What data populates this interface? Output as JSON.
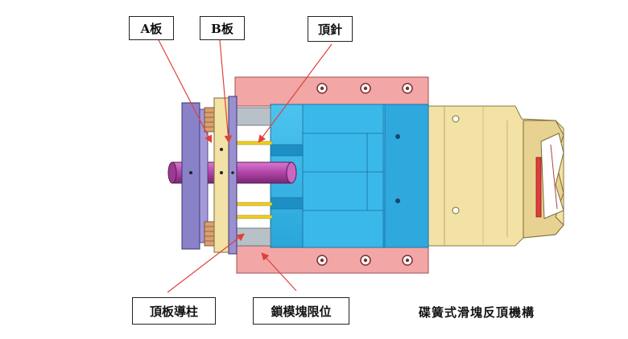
{
  "labels": {
    "a_plate": "A板",
    "b_plate": "B板",
    "ejector_pin": "頂針",
    "ejector_guide_post": "頂板導柱",
    "mold_lock_limit": "鎖模塊限位"
  },
  "caption": "碟簧式滑塊反頂機構",
  "colors": {
    "cavity_blue": "#2fb4e6",
    "cavity_blue_dark": "#1c8fc4",
    "side_pink": "#f2a6a6",
    "slider_yellow": "#f3e2a6",
    "plate_purple": "#8a82c8",
    "rod_magenta": "#b043a8",
    "arrow_red": "#e0403a"
  }
}
